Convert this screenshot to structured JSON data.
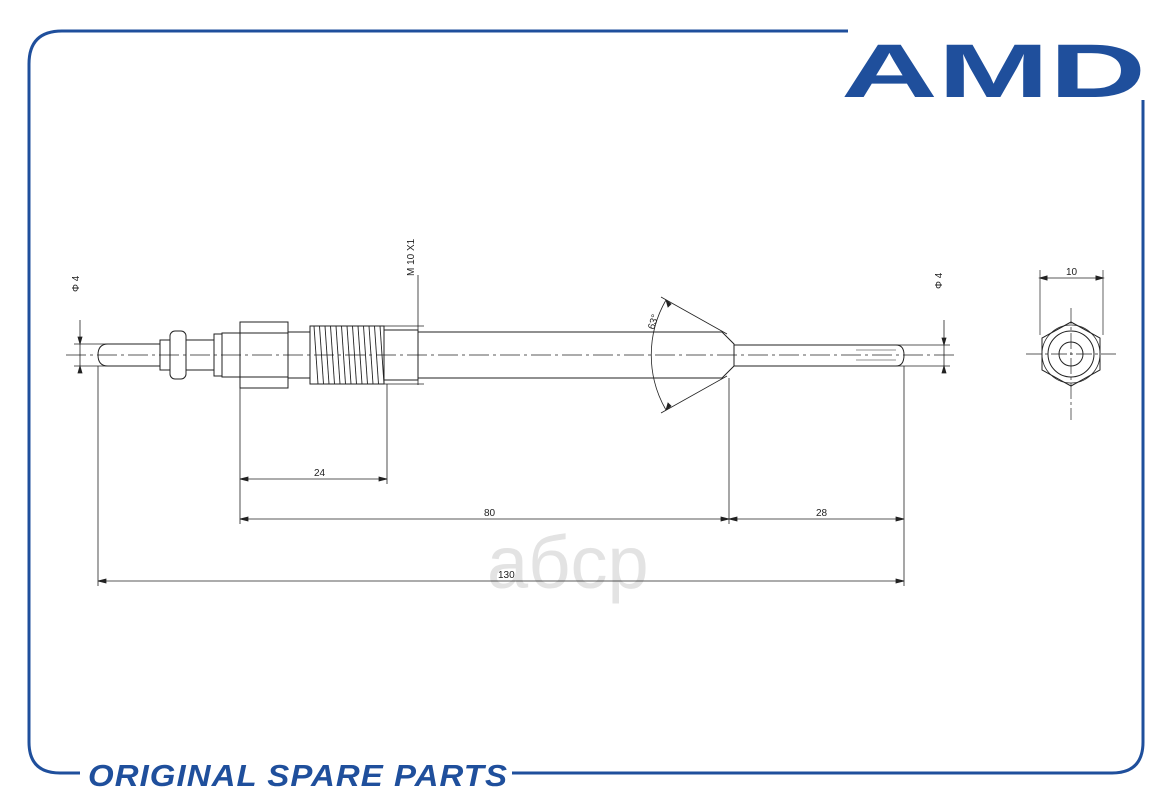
{
  "brand": {
    "logo_text": "AMD",
    "color": "#1f4f9c"
  },
  "footer": {
    "text": "ORIGINAL SPARE PARTS"
  },
  "watermark": {
    "text": "aбcp"
  },
  "drawing": {
    "thread_label": "M 10 X1",
    "diameter_left": "Φ 4",
    "diameter_right": "Φ 4",
    "angle": "63°",
    "dim_24": "24",
    "dim_80": "80",
    "dim_28": "28",
    "dim_130": "130",
    "hex_size": "10"
  }
}
